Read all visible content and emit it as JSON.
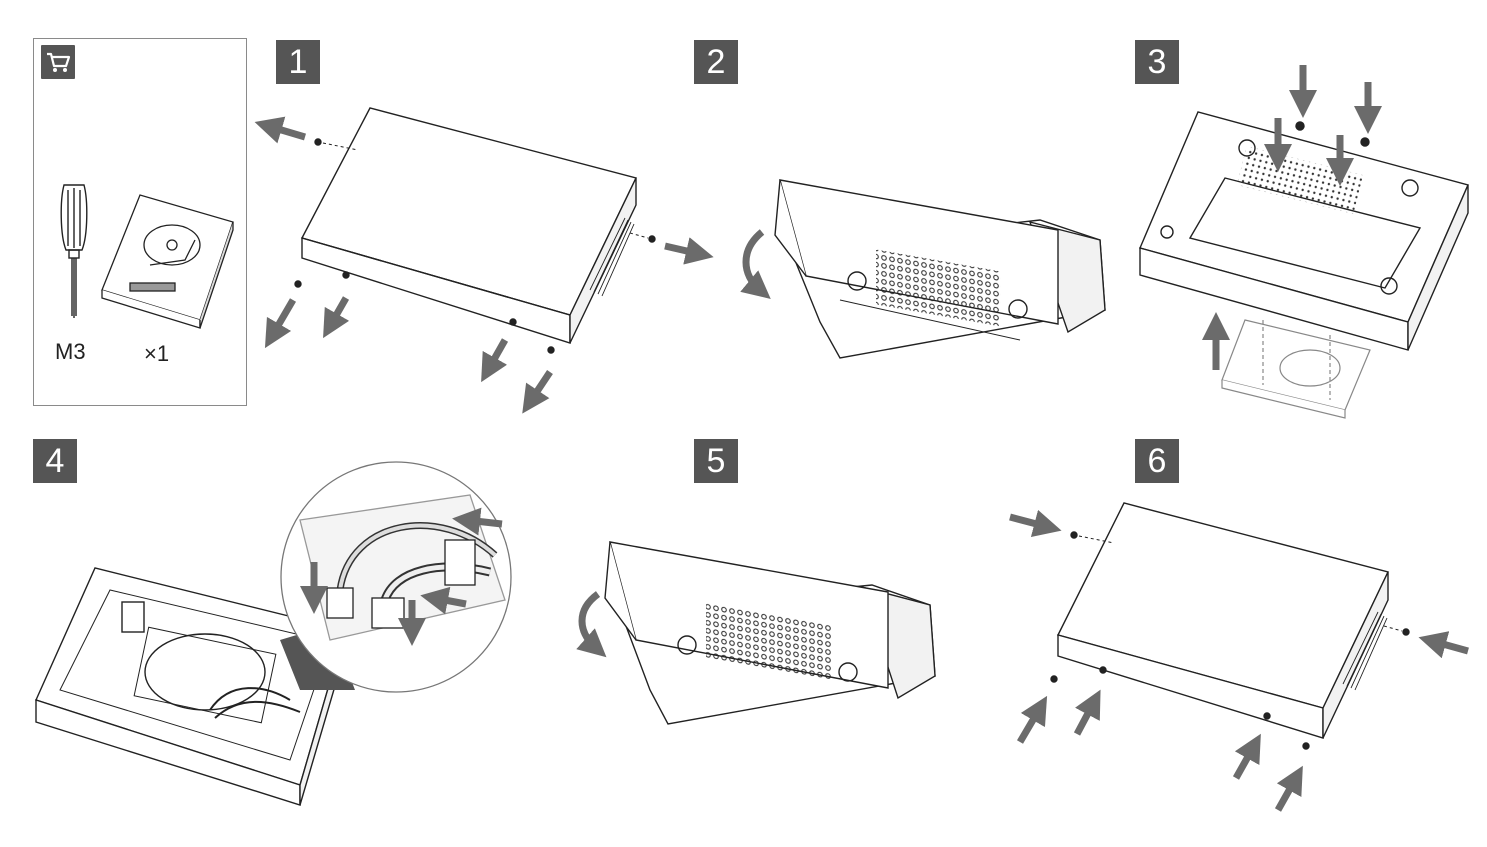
{
  "steps": [
    {
      "number": "1"
    },
    {
      "number": "2"
    },
    {
      "number": "3"
    },
    {
      "number": "4"
    },
    {
      "number": "5"
    },
    {
      "number": "6"
    }
  ],
  "tools": {
    "screw_label": "M3",
    "hdd_quantity": "×1",
    "icons": [
      "cart-icon",
      "screwdriver-icon",
      "hard-drive-icon"
    ]
  },
  "colors": {
    "badge": "#555555",
    "arrow": "#6b6b6b",
    "line": "#222222"
  }
}
